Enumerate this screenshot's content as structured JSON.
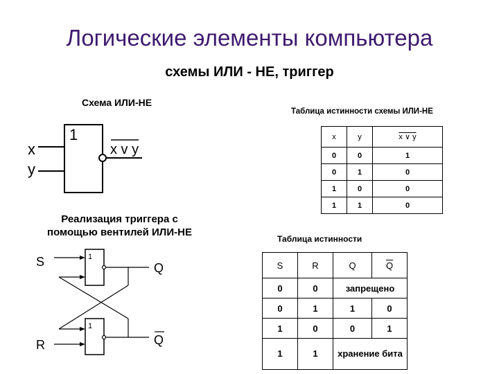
{
  "title": "Логические элементы компьютера",
  "subtitle": "схемы ИЛИ - НЕ, триггер",
  "nor": {
    "heading": "Схема ИЛИ-НЕ",
    "input_x": "x",
    "input_y": "y",
    "gate_mark": "1",
    "output_label": "x v y"
  },
  "table1": {
    "caption": "Таблица истинности схемы ИЛИ-НЕ",
    "headers": [
      "x",
      "y",
      "x ∨ y"
    ],
    "rows": [
      [
        "0",
        "0",
        "1"
      ],
      [
        "0",
        "1",
        "0"
      ],
      [
        "1",
        "0",
        "0"
      ],
      [
        "1",
        "1",
        "0"
      ]
    ]
  },
  "trigger": {
    "heading_line1": "Реализация триггера с",
    "heading_line2": "помощью вентилей ИЛИ-НЕ",
    "input_s": "S",
    "input_r": "R",
    "gate_mark": "1",
    "output_q": "Q",
    "output_qbar": "Q"
  },
  "table2": {
    "caption": "Таблица истинности",
    "headers": [
      "S",
      "R",
      "Q",
      "Q"
    ],
    "rows": [
      [
        "0",
        "0",
        "запрещено"
      ],
      [
        "0",
        "1",
        "1",
        "0"
      ],
      [
        "1",
        "0",
        "0",
        "1"
      ],
      [
        "1",
        "1",
        "хранение бита"
      ]
    ]
  }
}
